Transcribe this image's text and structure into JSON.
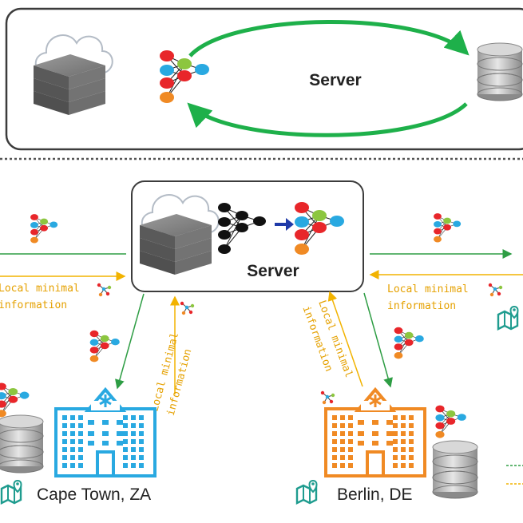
{
  "top_panel": {
    "server_label": "Server"
  },
  "middle_panel": {
    "server_label": "Server"
  },
  "flow_labels": {
    "left_horizontal": [
      "Local minimal",
      "information"
    ],
    "center_left_vertical": [
      "Local minimal",
      "information"
    ],
    "center_right_vertical": [
      "Local minimal",
      "information"
    ],
    "right_horizontal": [
      "Local minimal",
      "information"
    ]
  },
  "sites": {
    "left": {
      "location": "Cape Town, ZA",
      "hospital_color": "#29a9e1"
    },
    "right": {
      "location": "Berlin, DE",
      "hospital_color": "#f08a24"
    }
  },
  "colors": {
    "send_arrow": "#2e9d44",
    "return_arrow": "#f2b300",
    "top_cycle_arrow": "#1eb04a",
    "transfer_arrow": "#1f3aa8",
    "map_icon": "#1f9c8f",
    "node_red": "#e8262a",
    "node_blue": "#29a9e1",
    "node_green": "#8cc63f",
    "node_orange": "#f08a24",
    "node_black": "#111111"
  }
}
